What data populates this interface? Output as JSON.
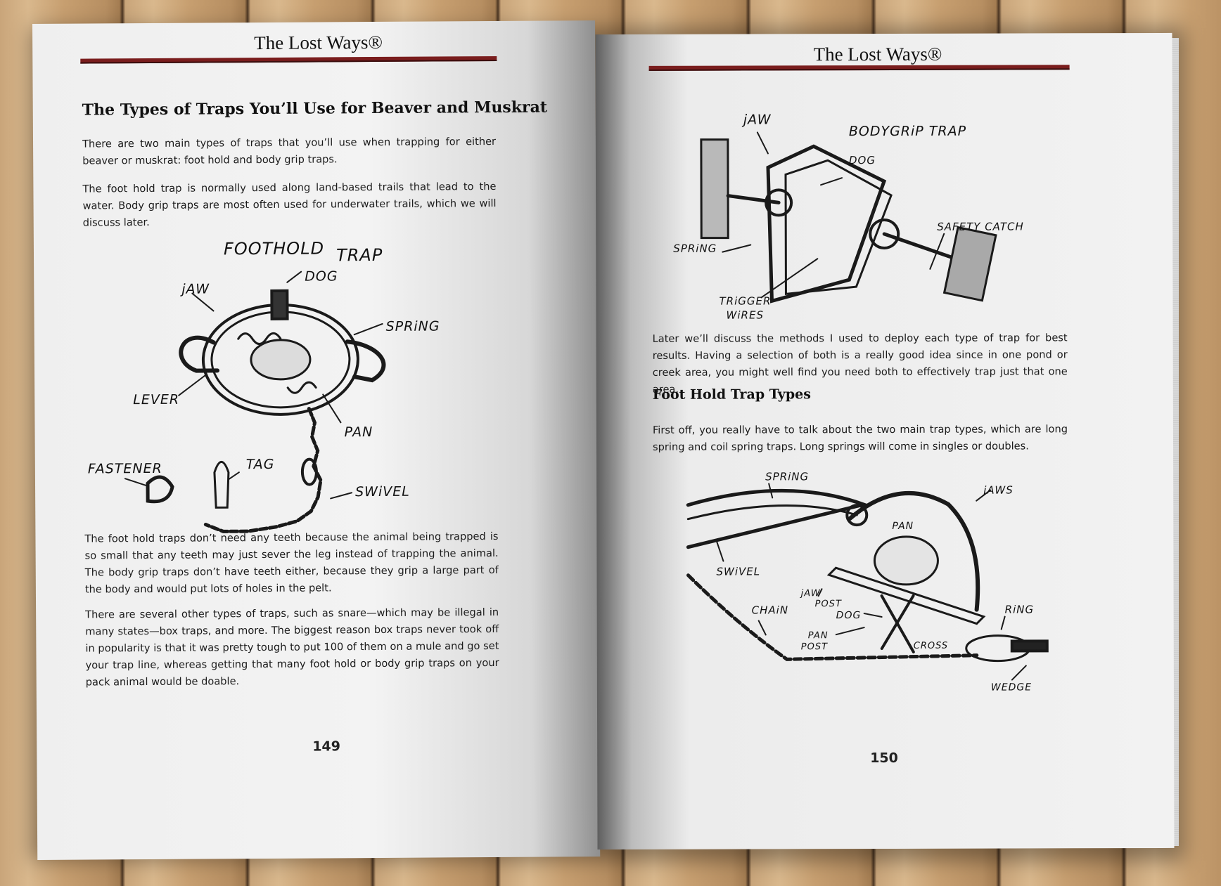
{
  "left_page": {
    "running_head": "The Lost Ways®",
    "heading": "The Types of Traps You’ll Use for Beaver and Muskrat",
    "para1": "There are two main types of traps that you’ll use when trapping for either beaver or muskrat: foot hold and body grip traps.",
    "para2": "The foot hold trap is normally used along land-based trails that lead to the water. Body grip traps are most often used for underwater trails, which we will discuss later.",
    "figure": {
      "title_1": "FOOTHOLD",
      "title_2": "TRAP",
      "labels": {
        "jaw": "jAW",
        "dog": "DOG",
        "spring": "SPRiNG",
        "lever": "LEVER",
        "pan": "PAN",
        "fastener": "FASTENER",
        "tag": "TAG",
        "swivel": "SWiVEL"
      }
    },
    "para3": "The foot hold traps don’t need any teeth because the animal being trapped is so small that any teeth may just sever the leg instead of trapping the animal. The body grip traps don’t have teeth either, because they grip a large part of the body and would put lots of holes in the pelt.",
    "para4": "There are several other types of traps, such as snare—which may be illegal in many states—box traps, and more. The biggest reason box traps never took off in popularity is that it was pretty tough to put 100 of them on a mule and go set your trap line, whereas getting that many foot hold or body grip traps on your pack animal would be doable.",
    "page_number": "149"
  },
  "right_page": {
    "running_head": "The Lost Ways®",
    "figure1": {
      "labels": {
        "jaw": "jAW",
        "title": "BODYGRiP TRAP",
        "dog": "DOG",
        "spring": "SPRiNG",
        "safety_catch": "SAFETY CATCH",
        "trigger_1": "TRiGGER",
        "trigger_2": "WiRES"
      }
    },
    "para1": "Later we’ll discuss the methods I used to deploy each type of trap for best results. Having a selection of both is a really good idea since in one pond or creek area, you might well find you need both to effectively trap just that one area.",
    "heading": "Foot Hold Trap Types",
    "para2": "First off, you really have to talk about the two main trap types, which are long spring and coil spring traps. Long springs will come in singles or doubles.",
    "figure2": {
      "labels": {
        "spring": "SPRiNG",
        "jaws": "jAWS",
        "pan": "PAN",
        "swivel": "SWiVEL",
        "jaw_post_1": "jAW",
        "jaw_post_2": "POST",
        "dog": "DOG",
        "chain": "CHAiN",
        "pan_post_1": "PAN",
        "pan_post_2": "POST",
        "cross": "CROSS",
        "ring": "RiNG",
        "wedge": "WEDGE"
      }
    },
    "page_number": "150"
  },
  "colors": {
    "rule": "#7a1d1d",
    "paper": "#f1f1f1",
    "wood": "#c9a57a"
  }
}
